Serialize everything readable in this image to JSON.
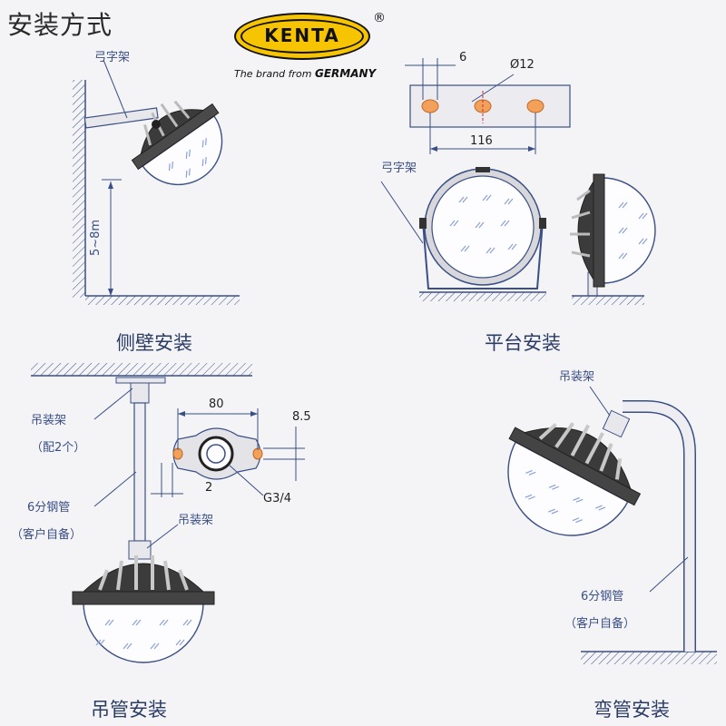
{
  "page_title": "安装方式",
  "logo": {
    "word": "KENTA",
    "registered_mark": "®",
    "tagline_prefix": "The brand from",
    "tagline_country": "GERMANY"
  },
  "side_wall": {
    "caption": "侧壁安装",
    "bracket_label": "弓字架",
    "height_label": "5~8m"
  },
  "platform": {
    "caption": "平台安装",
    "bracket_label": "弓字架",
    "dim_spacing": "6",
    "dim_hole": "Ø12",
    "dim_length": "116"
  },
  "pendant": {
    "caption": "吊管安装",
    "hanger_label": "吊装架",
    "hanger_note": "（配2个）",
    "pipe_label": "6分钢管",
    "pipe_note": "（客户自备）",
    "hanger_label_2": "吊装架",
    "dim_width": "80",
    "dim_offset": "8.5",
    "dim_gap": "2",
    "dim_thread": "G3/4"
  },
  "bent_pipe": {
    "caption": "弯管安装",
    "hanger_label": "吊装架",
    "pipe_label": "6分钢管",
    "pipe_note": "（客户自备）"
  },
  "colors": {
    "line": "#3a4f86",
    "lamp_dark": "#3b3b3b",
    "globe_fill": "#fdfdff",
    "logo_yellow": "#f6c400"
  }
}
